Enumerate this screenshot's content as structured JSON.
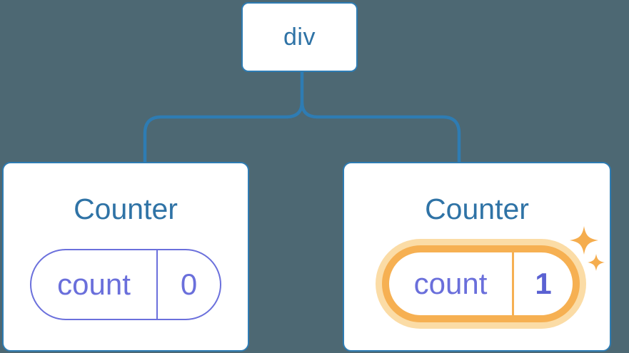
{
  "tree": {
    "root": {
      "label": "div"
    },
    "children": [
      {
        "title": "Counter",
        "state": {
          "key": "count",
          "value": "0"
        },
        "highlighted": false
      },
      {
        "title": "Counter",
        "state": {
          "key": "count",
          "value": "1"
        },
        "highlighted": true
      }
    ]
  },
  "icons": {
    "sparkle": "sparkle-icon"
  },
  "colors": {
    "background": "#4d6873",
    "connector_blue": "#2e7cb3",
    "label_blue": "#2f73a6",
    "state_purple": "#6a6fdb",
    "state_value_bold_purple": "#5a61d2",
    "highlight_orange": "#f6b052",
    "highlight_glow": "#fbdca6",
    "sparkle_orange": "#f5ad4e",
    "card_background": "#ffffff"
  }
}
